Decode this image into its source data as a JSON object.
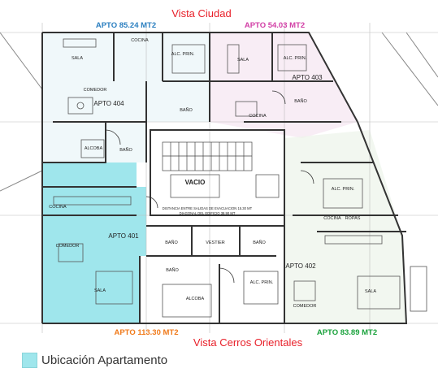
{
  "colors": {
    "highlight": "#9fe6ec",
    "title_red": "#e8202a",
    "apto404": "#2b7fc0",
    "apto403": "#d23fa6",
    "apto401": "#f07a1a",
    "apto402": "#1aa23c"
  },
  "titles": {
    "top": "Vista Ciudad",
    "bottom": "Vista Cerros Orientales"
  },
  "areas": {
    "apto404": "APTO  85.24 MT2",
    "apto403": "APTO  54.03 MT2",
    "apto401": "APTO  113.30 MT2",
    "apto402": "APTO  83.89 MT2"
  },
  "units": {
    "u404": "APTO 404",
    "u403": "APTO 403",
    "u401": "APTO 401",
    "u402": "APTO 402"
  },
  "rooms": {
    "sala_404": "SALA",
    "cocina_404": "COCINA",
    "alc_prin_404": "ALC. PRIN.",
    "comedor_404": "COMEDOR",
    "bano_404": "BAÑO",
    "alcoba_404": "ALCOBA",
    "bano_404b": "BAÑO",
    "sala_403": "SALA",
    "alc_prin_403": "ALC. PRIN.",
    "bano_403": "BAÑO",
    "cocina_403": "COCINA",
    "vacio": "VACIO",
    "alc_prin_402": "ALC. PRIN.",
    "cocina_402": "COCINA",
    "ropas_402": "ROPAS",
    "sala_402": "SALA",
    "comedor_402": "COMEDOR",
    "cocina_401": "COCINA",
    "comedor_401": "COMEDOR",
    "sala_401": "SALA",
    "bano_401a": "BAÑO",
    "vestier_401": "VESTIER",
    "bano_401b": "BAÑO",
    "bano_401c": "BAÑO",
    "alcoba_401": "ALCOBA",
    "alc_prin_401": "ALC. PRIN."
  },
  "notes": {
    "line1": "DISTANCIA ENTRE SALIDAS DE EVACUACION  15.30 MT",
    "line2": "DIAGONAL DEL EDIFICIO  38.90 MT"
  },
  "legend": {
    "label": "Ubicación Apartamento"
  }
}
